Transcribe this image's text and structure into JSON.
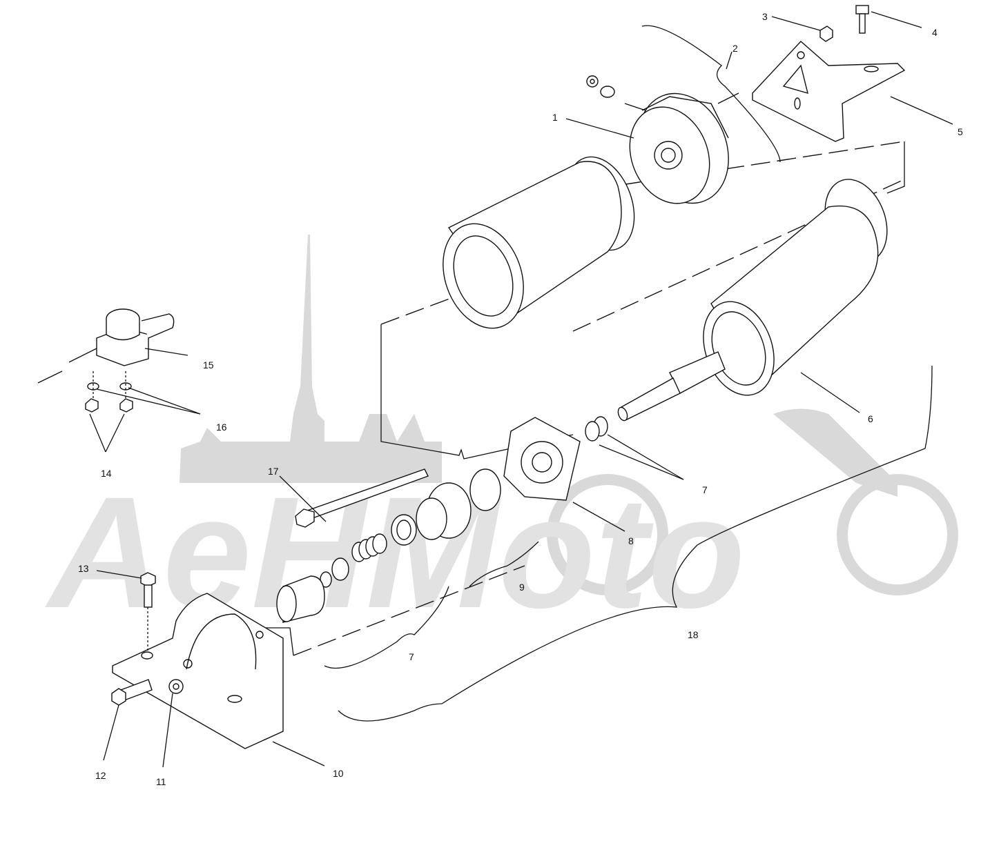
{
  "watermark": {
    "text": "AeHMoto"
  },
  "callouts": [
    {
      "id": "c1",
      "text": "1"
    },
    {
      "id": "c2",
      "text": "2"
    },
    {
      "id": "c3",
      "text": "3"
    },
    {
      "id": "c4",
      "text": "4"
    },
    {
      "id": "c5",
      "text": "5"
    },
    {
      "id": "c6",
      "text": "6"
    },
    {
      "id": "c7a",
      "text": "7"
    },
    {
      "id": "c8",
      "text": "8"
    },
    {
      "id": "c9",
      "text": "9"
    },
    {
      "id": "c7b",
      "text": "7"
    },
    {
      "id": "c10",
      "text": "10"
    },
    {
      "id": "c11",
      "text": "11"
    },
    {
      "id": "c12",
      "text": "12"
    },
    {
      "id": "c13",
      "text": "13"
    },
    {
      "id": "c14",
      "text": "14"
    },
    {
      "id": "c15",
      "text": "15"
    },
    {
      "id": "c16",
      "text": "16"
    },
    {
      "id": "c17",
      "text": "17"
    },
    {
      "id": "c18",
      "text": "18"
    }
  ]
}
